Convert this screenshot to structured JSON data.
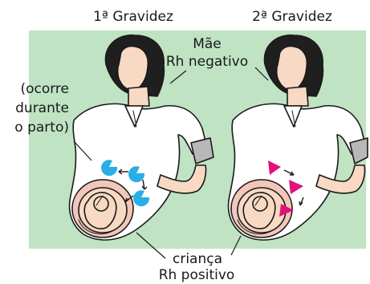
{
  "panels": {
    "left_title": "1ª Gravidez",
    "right_title": "2ª Gravidez"
  },
  "labels": {
    "mother_line1": "Mãe",
    "mother_line2": "Rh negativo",
    "occurs_line1": "(ocorre",
    "occurs_line2": "durante",
    "occurs_line3": "o parto)",
    "child_line1": "criança",
    "child_line2": "Rh positivo"
  },
  "colors": {
    "background": "#bfe3c3",
    "antigen": "#29aee6",
    "antibody": "#e0117a",
    "line": "#1a1a1a",
    "skin": "#f7d9c4"
  },
  "icons": {
    "antigen_marker": "pacman-antigen-icon",
    "antibody_marker": "triangle-antibody-icon"
  }
}
